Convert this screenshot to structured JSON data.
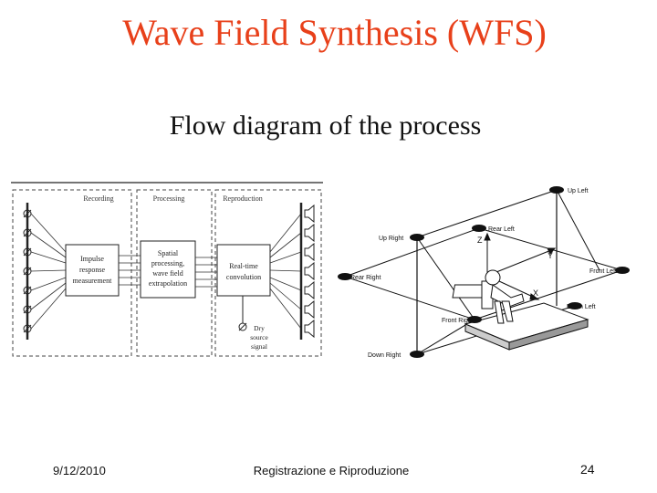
{
  "title": "Wave Field Synthesis (WFS)",
  "subtitle": "Flow diagram of the process",
  "flow_diagram": {
    "sections": [
      "Recording",
      "Processing",
      "Reproduction"
    ],
    "blocks": {
      "impulse": [
        "Impulse",
        "response",
        "measurement"
      ],
      "spatial": [
        "Spatial",
        "processing,",
        "wave field",
        "extrapolation"
      ],
      "realtime": [
        "Real-time",
        "convolution"
      ],
      "dry": [
        "Dry",
        "source",
        "signal"
      ]
    }
  },
  "room_diagram": {
    "labels": {
      "up_left": "Up Left",
      "rear_left": "Rear Left",
      "up_right": "Up Right",
      "rear_right": "Rear Right",
      "front_left": "Front Left",
      "down_left": "Down Left",
      "front_right": "Front Right",
      "down_right": "Down Right"
    },
    "axes": {
      "z": "Z",
      "y": "Y",
      "x": "X"
    }
  },
  "footer": {
    "date": "9/12/2010",
    "center": "Registrazione e Riproduzione",
    "page": "24"
  },
  "colors": {
    "title": "#e8401a"
  }
}
